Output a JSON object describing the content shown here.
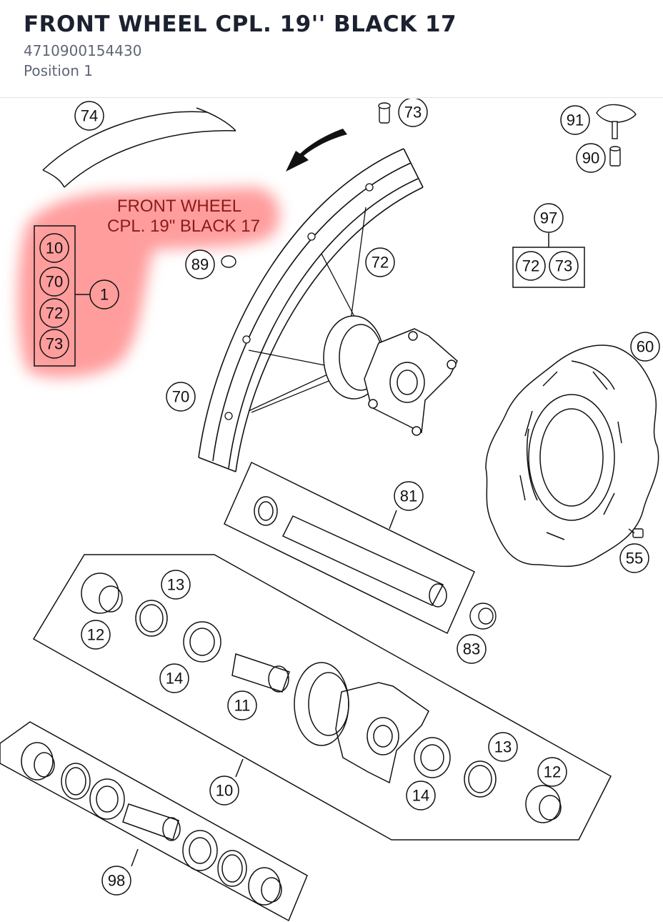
{
  "header": {
    "title": "FRONT WHEEL CPL. 19'' BLACK 17",
    "part_number": "4710900154430",
    "position": "Position 1"
  },
  "diagram": {
    "highlight_color": "#ff8c8c",
    "banner_line1": "FRONT WHEEL",
    "banner_line2": "CPL. 19\" BLACK 17",
    "group_1": {
      "parent": "1",
      "children": [
        "10",
        "70",
        "72",
        "73"
      ]
    },
    "group_97": {
      "parent": "97",
      "children": [
        "72",
        "73"
      ]
    },
    "callouts": {
      "c74": "74",
      "c73": "73",
      "c91": "91",
      "c90": "90",
      "c89": "89",
      "c72": "72",
      "c70": "70",
      "c60": "60",
      "c81": "81",
      "c55": "55",
      "c13a": "13",
      "c12a": "12",
      "c83": "83",
      "c14a": "14",
      "c11": "11",
      "c10": "10",
      "c13b": "13",
      "c12b": "12",
      "c14b": "14",
      "c98": "98"
    }
  }
}
